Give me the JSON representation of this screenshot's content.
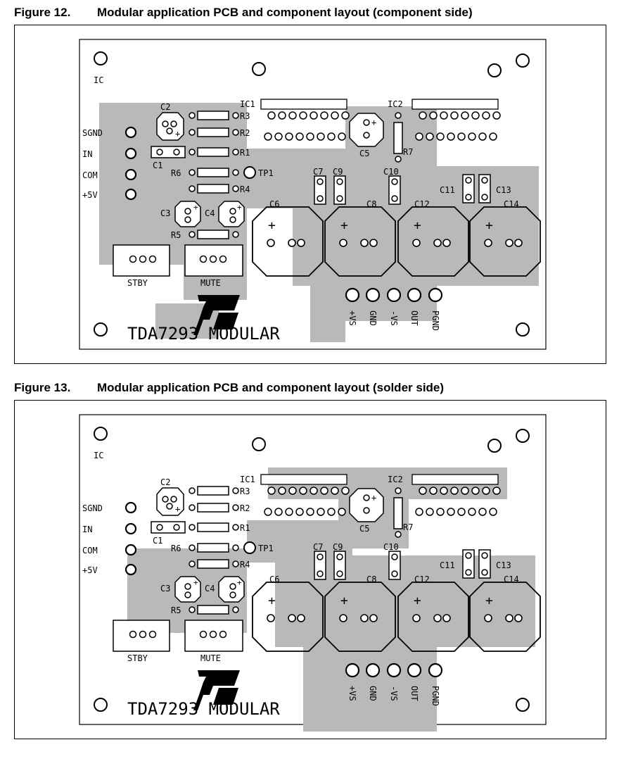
{
  "figures": [
    {
      "number": "Figure 12.",
      "title": "Modular application PCB and component layout (component side)",
      "variant": "component"
    },
    {
      "number": "Figure 13.",
      "title": "Modular application PCB and component layout (solder side)",
      "variant": "solder"
    }
  ],
  "board": {
    "board_name": "TDA7293 MODULAR",
    "corner_mark": "IC",
    "logo_text": "ST",
    "input_pins": [
      "SGND",
      "IN",
      "COM",
      "+5V"
    ],
    "output_pins": [
      "+VS",
      "GND",
      "-VS",
      "OUT",
      "PGND"
    ],
    "labels": {
      "ic1": "IC1",
      "ic2": "IC2",
      "c1": "C1",
      "c2": "C2",
      "c3": "C3",
      "c4": "C4",
      "c5": "C5",
      "c6": "C6",
      "c7": "C7",
      "c8": "C8",
      "c9": "C9",
      "c10": "C10",
      "c11": "C11",
      "c12": "C12",
      "c13": "C13",
      "c14": "C14",
      "r1": "R1",
      "r2": "R2",
      "r3": "R3",
      "r4": "R4",
      "r5": "R5",
      "r6": "R6",
      "r7": "R7",
      "tp1": "TP1",
      "stby": "STBY",
      "mute": "MUTE"
    },
    "polarity_mark": "+",
    "colors": {
      "copper": "#b9b9b9",
      "silkscreen": "#000000",
      "background": "#ffffff"
    }
  }
}
